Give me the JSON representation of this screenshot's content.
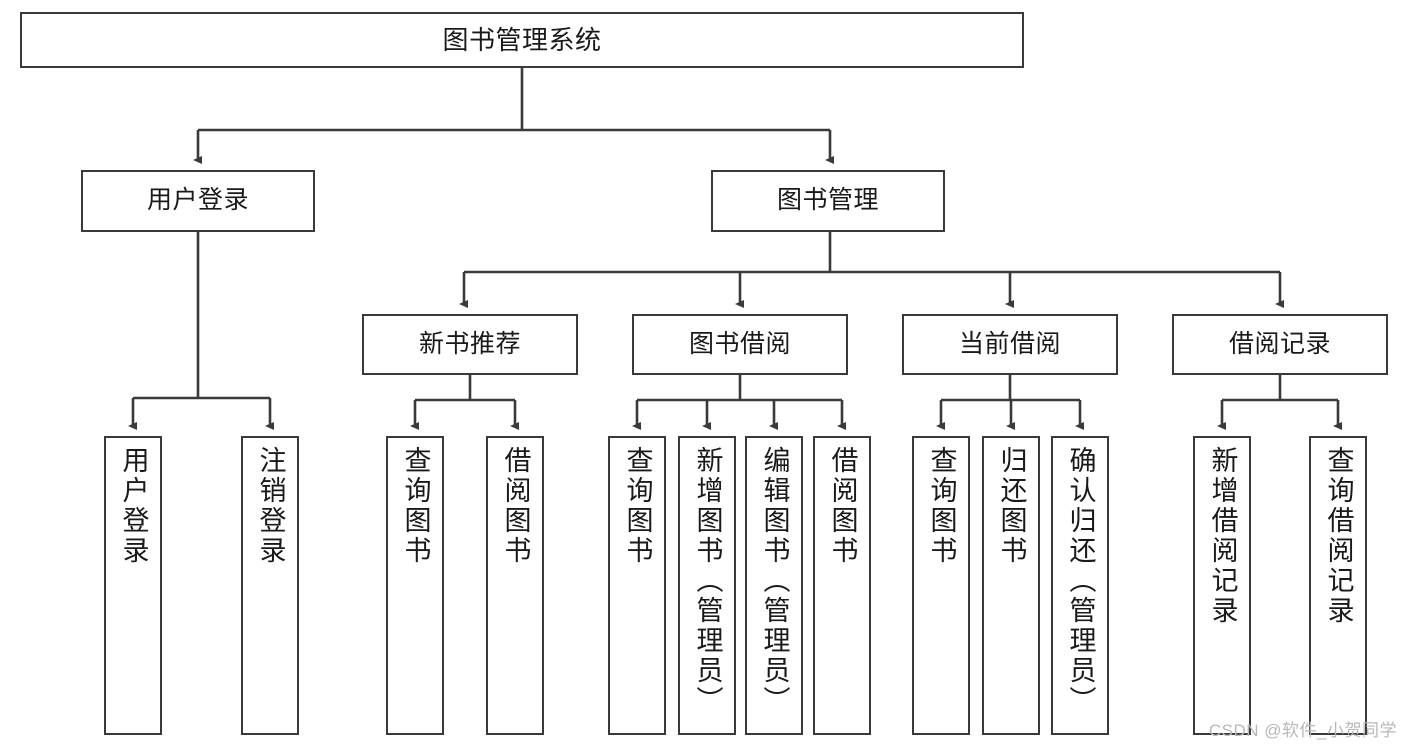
{
  "diagram": {
    "title": "图书管理系统",
    "type": "tree-hierarchy-chart",
    "root": {
      "label": "图书管理系统"
    },
    "level2": [
      {
        "label": "用户登录"
      },
      {
        "label": "图书管理"
      }
    ],
    "level3": [
      {
        "label": "新书推荐"
      },
      {
        "label": "图书借阅"
      },
      {
        "label": "当前借阅"
      },
      {
        "label": "借阅记录"
      }
    ],
    "leaves": {
      "user_login": [
        {
          "label": "用户登录"
        },
        {
          "label": "注销登录"
        }
      ],
      "new_book_recommend": [
        {
          "label": "查询图书"
        },
        {
          "label": "借阅图书"
        }
      ],
      "book_borrow": [
        {
          "label": "查询图书"
        },
        {
          "label": "新增图书（管理员）"
        },
        {
          "label": "编辑图书（管理员）"
        },
        {
          "label": "借阅图书"
        }
      ],
      "current_borrow": [
        {
          "label": "查询图书"
        },
        {
          "label": "归还图书"
        },
        {
          "label": "确认归还（管理员）"
        }
      ],
      "borrow_record": [
        {
          "label": "新增借阅记录"
        },
        {
          "label": "查询借阅记录"
        }
      ]
    }
  },
  "watermark": {
    "text": "CSDN @软件_小贺同学"
  },
  "colors": {
    "border": "#3a3a3a",
    "text": "#1a1a1a",
    "background": "#ffffff",
    "watermark": "#b8b8b8"
  }
}
